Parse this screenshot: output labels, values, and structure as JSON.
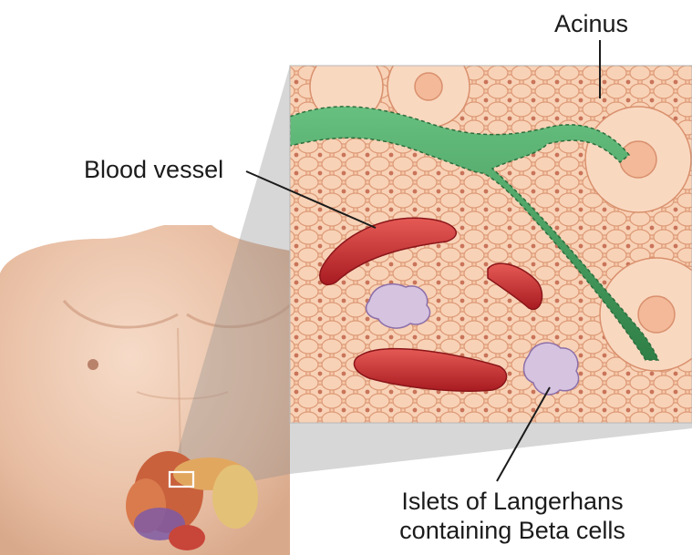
{
  "labels": {
    "acinus": "Acinus",
    "blood_vessel": "Blood vessel",
    "islets_line1": "Islets of Langerhans",
    "islets_line2": "containing Beta cells"
  },
  "colors": {
    "tissue": "#f5c6a6",
    "cell_outline": "#d98f6c",
    "vessel_red": "#c8262a",
    "duct_green": "#3f9b5a",
    "islet_purple": "#b9a3c9",
    "skin": "#efc9b0"
  }
}
